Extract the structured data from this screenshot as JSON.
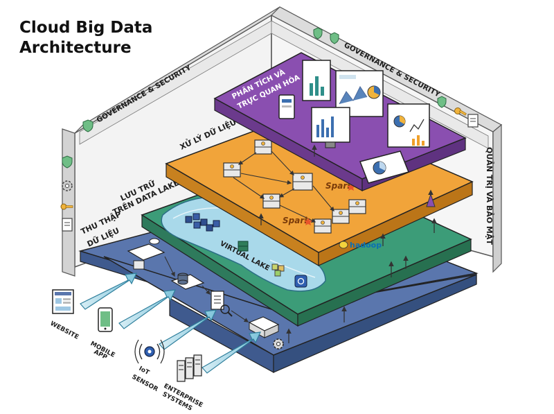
{
  "title": {
    "line1": "Cloud Big Data",
    "line2": "Architecture"
  },
  "frame": {
    "gov_left": "GOVERNANCE & SECURITY",
    "gov_right": "GOVERNANCE & SECURITY",
    "side_right": "QUẢN TRỊ VÀ BẢO MẬT"
  },
  "layers": {
    "analytics": {
      "line1": "PHÂN TÍCH VÀ",
      "line2": "TRỰC QUAN HÓA",
      "color": "#8a4fb0"
    },
    "processing": {
      "label": "XỬ LÝ DỮ LIỆU",
      "color": "#f1a43a",
      "spark1": "Spark",
      "spark2": "Spark",
      "hadoop": "hadoop"
    },
    "storage": {
      "line1": "LƯU TRỮ",
      "line2": "TRÊN DATA LAKE",
      "lake": "VIRTUAL LAKE",
      "color": "#3c9c78"
    },
    "ingestion": {
      "line1": "THU THẬP",
      "line2": "DỮ LIỆU",
      "color": "#5a76ad"
    }
  },
  "sources": {
    "website": "WEBSITE",
    "mobile1": "MOBILE",
    "mobile2": "APP",
    "iot1": "IoT",
    "iot2": "SENSOR",
    "ent1": "ENTERPRISE",
    "ent2": "SYSTEMS"
  }
}
